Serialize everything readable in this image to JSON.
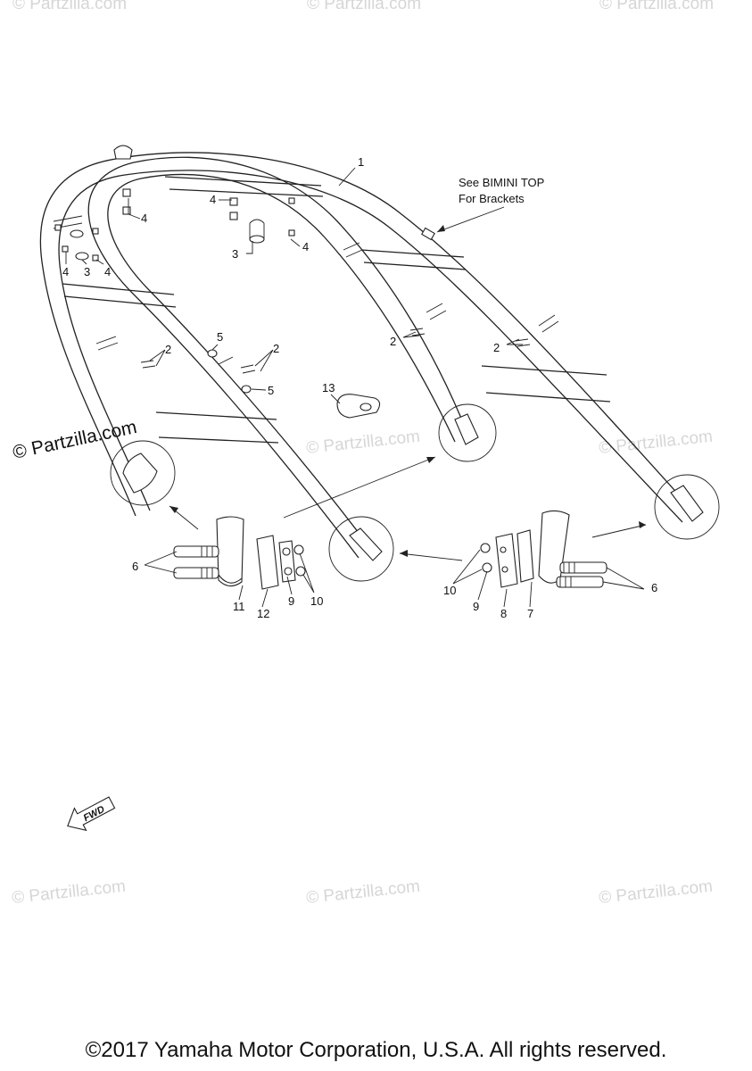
{
  "callouts": [
    {
      "label": "1"
    },
    {
      "label": "4"
    },
    {
      "label": "4"
    },
    {
      "label": "4"
    },
    {
      "label": "3"
    },
    {
      "label": "4"
    },
    {
      "label": "3"
    },
    {
      "label": "4"
    },
    {
      "label": "2"
    },
    {
      "label": "5"
    },
    {
      "label": "2"
    },
    {
      "label": "5"
    },
    {
      "label": "13"
    },
    {
      "label": "2"
    },
    {
      "label": "2"
    },
    {
      "label": "6"
    },
    {
      "label": "11"
    },
    {
      "label": "12"
    },
    {
      "label": "9"
    },
    {
      "label": "10"
    },
    {
      "label": "10"
    },
    {
      "label": "9"
    },
    {
      "label": "8"
    },
    {
      "label": "7"
    },
    {
      "label": "6"
    }
  ],
  "note": {
    "line1": "See BIMINI TOP",
    "line2": "For Brackets"
  },
  "brand_label": "© Partzilla.com",
  "watermark_text": "© Partzilla.com",
  "fwd_label": "FWD",
  "copyright": "©2017 Yamaha Motor Corporation, U.S.A. All rights reserved."
}
